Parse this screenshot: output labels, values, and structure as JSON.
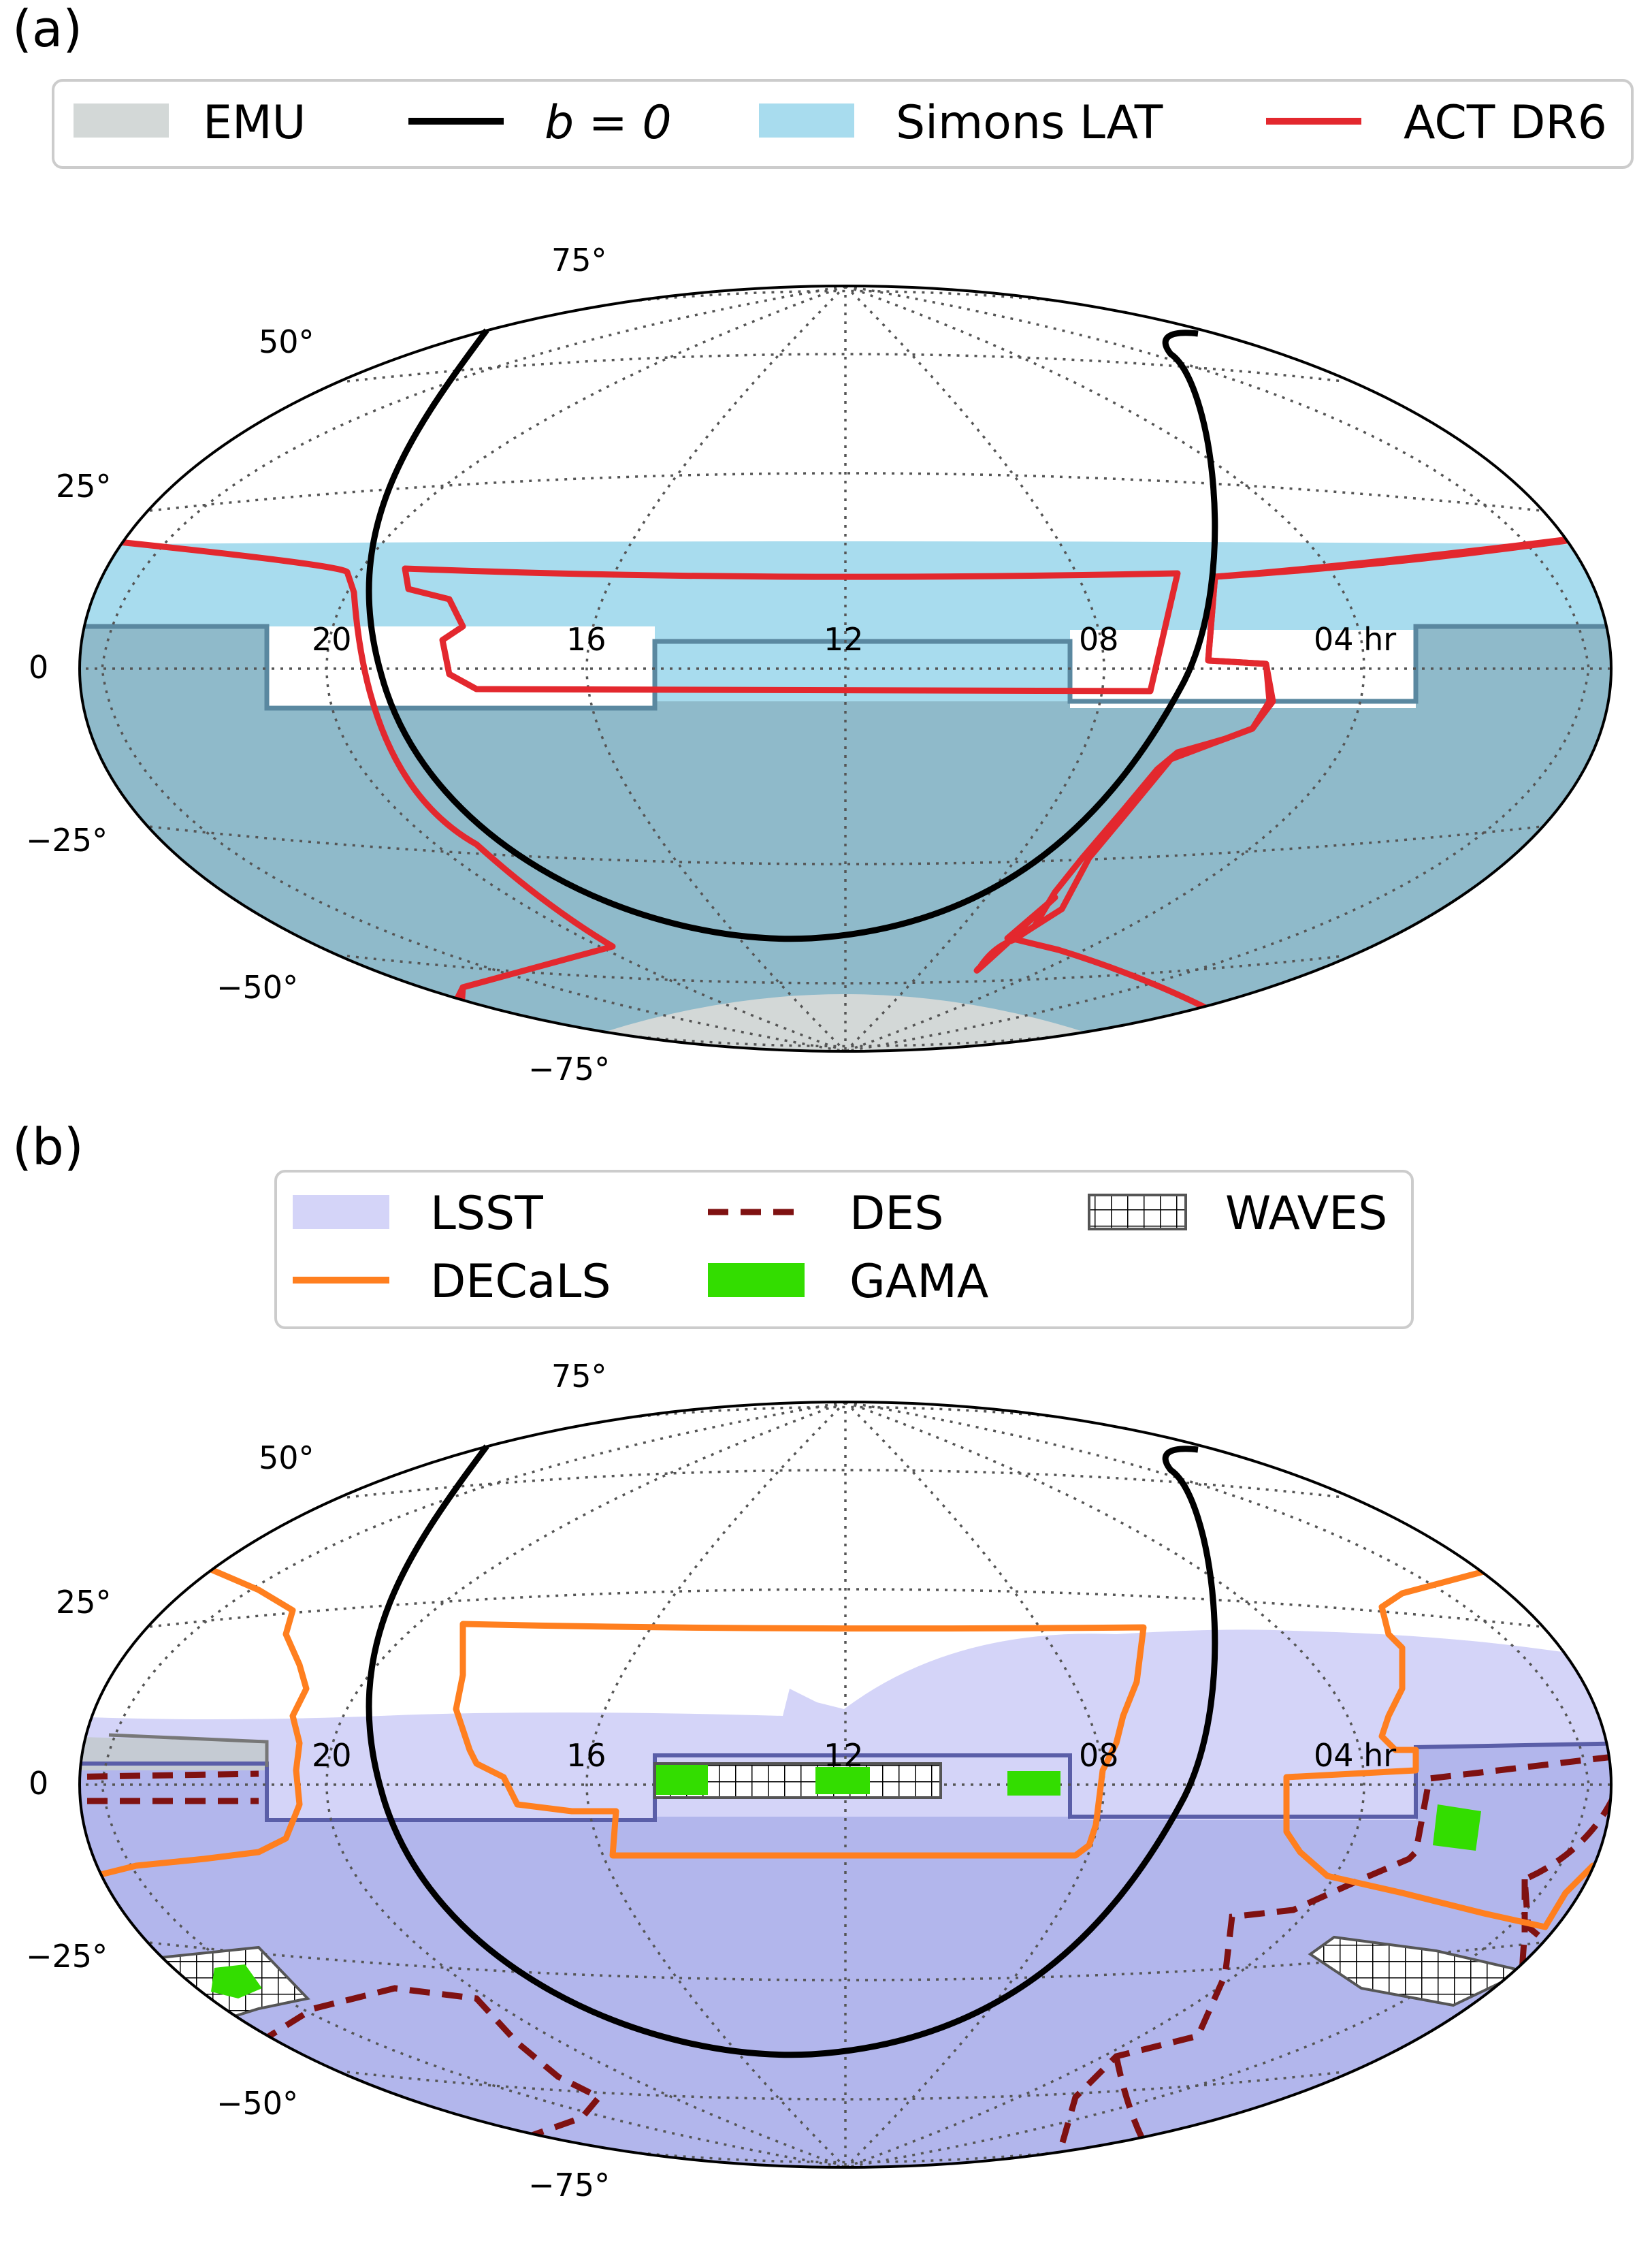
{
  "figure": {
    "panels": [
      {
        "label": "(a)",
        "legend": [
          {
            "label": "EMU",
            "color": "#d4d8d7"
          },
          {
            "label": "b = 0",
            "color": "#000000"
          },
          {
            "label": "Simons LAT",
            "color": "#a5dbee"
          },
          {
            "label": "ACT DR6",
            "color": "#e8262d"
          }
        ]
      },
      {
        "label": "(b)",
        "legend": [
          {
            "label": "LSST",
            "color": "#c9c9f4"
          },
          {
            "label": "DES",
            "color": "#8b1a1a"
          },
          {
            "label": "WAVES",
            "color": "#555555"
          },
          {
            "label": "DECaLS",
            "color": "#ff7f1f"
          },
          {
            "label": "GAMA",
            "color": "#33dd00"
          }
        ]
      }
    ],
    "lat_ticks": [
      "75°",
      "50°",
      "25°",
      "0",
      "−25°",
      "−50°",
      "−75°"
    ],
    "ra_ticks": [
      "20",
      "16",
      "12",
      "08",
      "04 hr"
    ],
    "projection": "mollweide",
    "colors": {
      "emu": "#d3d8d7",
      "simons_lat": "#a8dcee",
      "overlap": "#8fbaca",
      "act": "#e3282e",
      "galactic_plane": "#000000",
      "lsst": "#d4d4f8",
      "lsst_dark": "#b2b6ec",
      "decals": "#ff7f1f",
      "des": "#7f1111",
      "gama": "#33dd00",
      "waves": "#555555"
    }
  }
}
